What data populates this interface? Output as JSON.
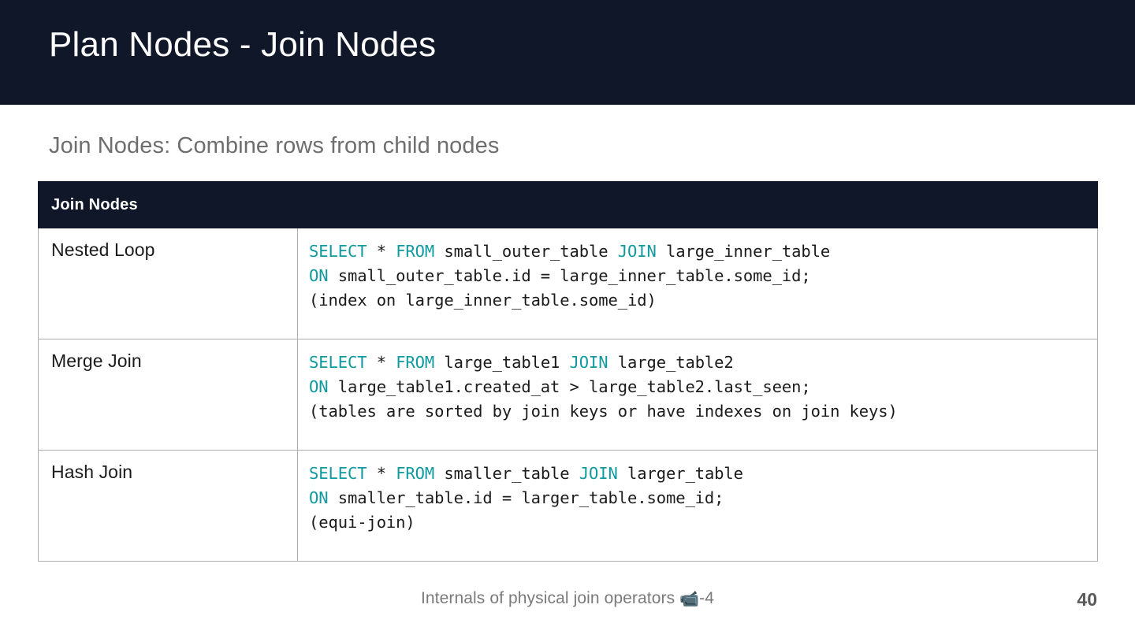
{
  "slide": {
    "title": "Plan Nodes - Join Nodes",
    "subtitle": "Join Nodes: Combine rows from child nodes",
    "page_number": "40",
    "footer": {
      "text_before": "Internals of physical join operators ",
      "emoji": "📹",
      "icon_name": "video-camera-emoji",
      "text_after": "-4"
    }
  },
  "colors": {
    "band_background": "#101728",
    "table_header_background": "#101728",
    "sql_keyword": "#0f9aa0",
    "body_text": "#1b1b1b",
    "subtitle_text": "#6e6e6e",
    "border": "#adadad",
    "page_number_text": "#595959"
  },
  "table": {
    "headers": {
      "left": "Join Nodes",
      "right": ""
    },
    "rows": [
      {
        "label": "Nested Loop",
        "code_lines": [
          [
            {
              "t": "SELECT",
              "kw": true
            },
            {
              "t": " * ",
              "kw": false
            },
            {
              "t": "FROM",
              "kw": true
            },
            {
              "t": " small_outer_table ",
              "kw": false
            },
            {
              "t": "JOIN",
              "kw": true
            },
            {
              "t": " large_inner_table",
              "kw": false
            }
          ],
          [
            {
              "t": "ON",
              "kw": true
            },
            {
              "t": " small_outer_table.id = large_inner_table.some_id;",
              "kw": false
            }
          ],
          [
            {
              "t": "(index on large_inner_table.some_id)",
              "kw": false
            }
          ]
        ]
      },
      {
        "label": "Merge Join",
        "code_lines": [
          [
            {
              "t": "SELECT",
              "kw": true
            },
            {
              "t": " * ",
              "kw": false
            },
            {
              "t": "FROM",
              "kw": true
            },
            {
              "t": " large_table1 ",
              "kw": false
            },
            {
              "t": "JOIN",
              "kw": true
            },
            {
              "t": " large_table2",
              "kw": false
            }
          ],
          [
            {
              "t": "ON",
              "kw": true
            },
            {
              "t": " large_table1.created_at > large_table2.last_seen;",
              "kw": false
            }
          ],
          [
            {
              "t": "(tables are sorted by join keys or have indexes on join keys)",
              "kw": false
            }
          ]
        ]
      },
      {
        "label": "Hash Join",
        "code_lines": [
          [
            {
              "t": "SELECT",
              "kw": true
            },
            {
              "t": " * ",
              "kw": false
            },
            {
              "t": "FROM",
              "kw": true
            },
            {
              "t": " smaller_table ",
              "kw": false
            },
            {
              "t": "JOIN",
              "kw": true
            },
            {
              "t": " larger_table",
              "kw": false
            }
          ],
          [
            {
              "t": "ON",
              "kw": true
            },
            {
              "t": " smaller_table.id = larger_table.some_id;",
              "kw": false
            }
          ],
          [
            {
              "t": "(equi-join)",
              "kw": false
            }
          ]
        ]
      }
    ]
  }
}
